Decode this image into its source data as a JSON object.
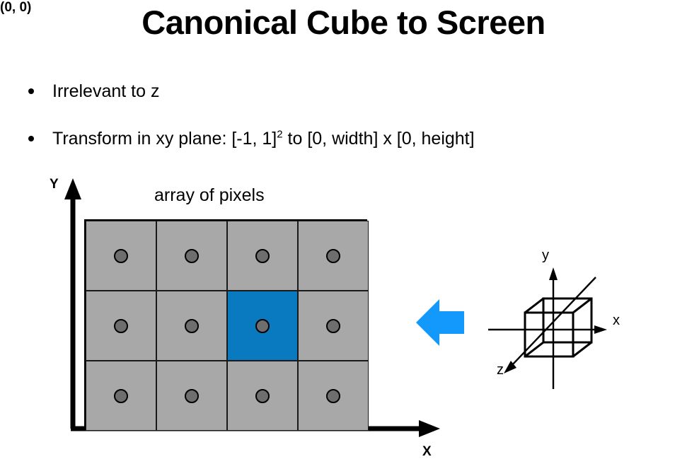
{
  "slide": {
    "title": "Canonical Cube to Screen",
    "bullets": [
      {
        "text": "Irrelevant to z"
      },
      {
        "text_before": "Transform in xy plane: [-1, 1]",
        "superscript": "2",
        "text_after": " to [0, width] x [0, height]"
      }
    ]
  },
  "pixel_figure": {
    "caption": "array of pixels",
    "y_axis_label": "Y",
    "x_axis_label": "X",
    "origin_label": "(0, 0)",
    "grid": {
      "columns": 4,
      "rows": 3,
      "selected_cell": {
        "row": 1,
        "column": 2
      },
      "cell_fill": "#a8a8a8",
      "selected_fill": "#0a7ac0",
      "dot_fill": "#6e6e6e",
      "border_color": "#000000"
    }
  },
  "arrow": {
    "name": "left-arrow",
    "direction": "left",
    "color": "#1398fb"
  },
  "cube_figure": {
    "x_axis_label": "x",
    "y_axis_label": "y",
    "z_axis_label": "z",
    "shape": "wireframe cube",
    "stroke": "#000000"
  }
}
